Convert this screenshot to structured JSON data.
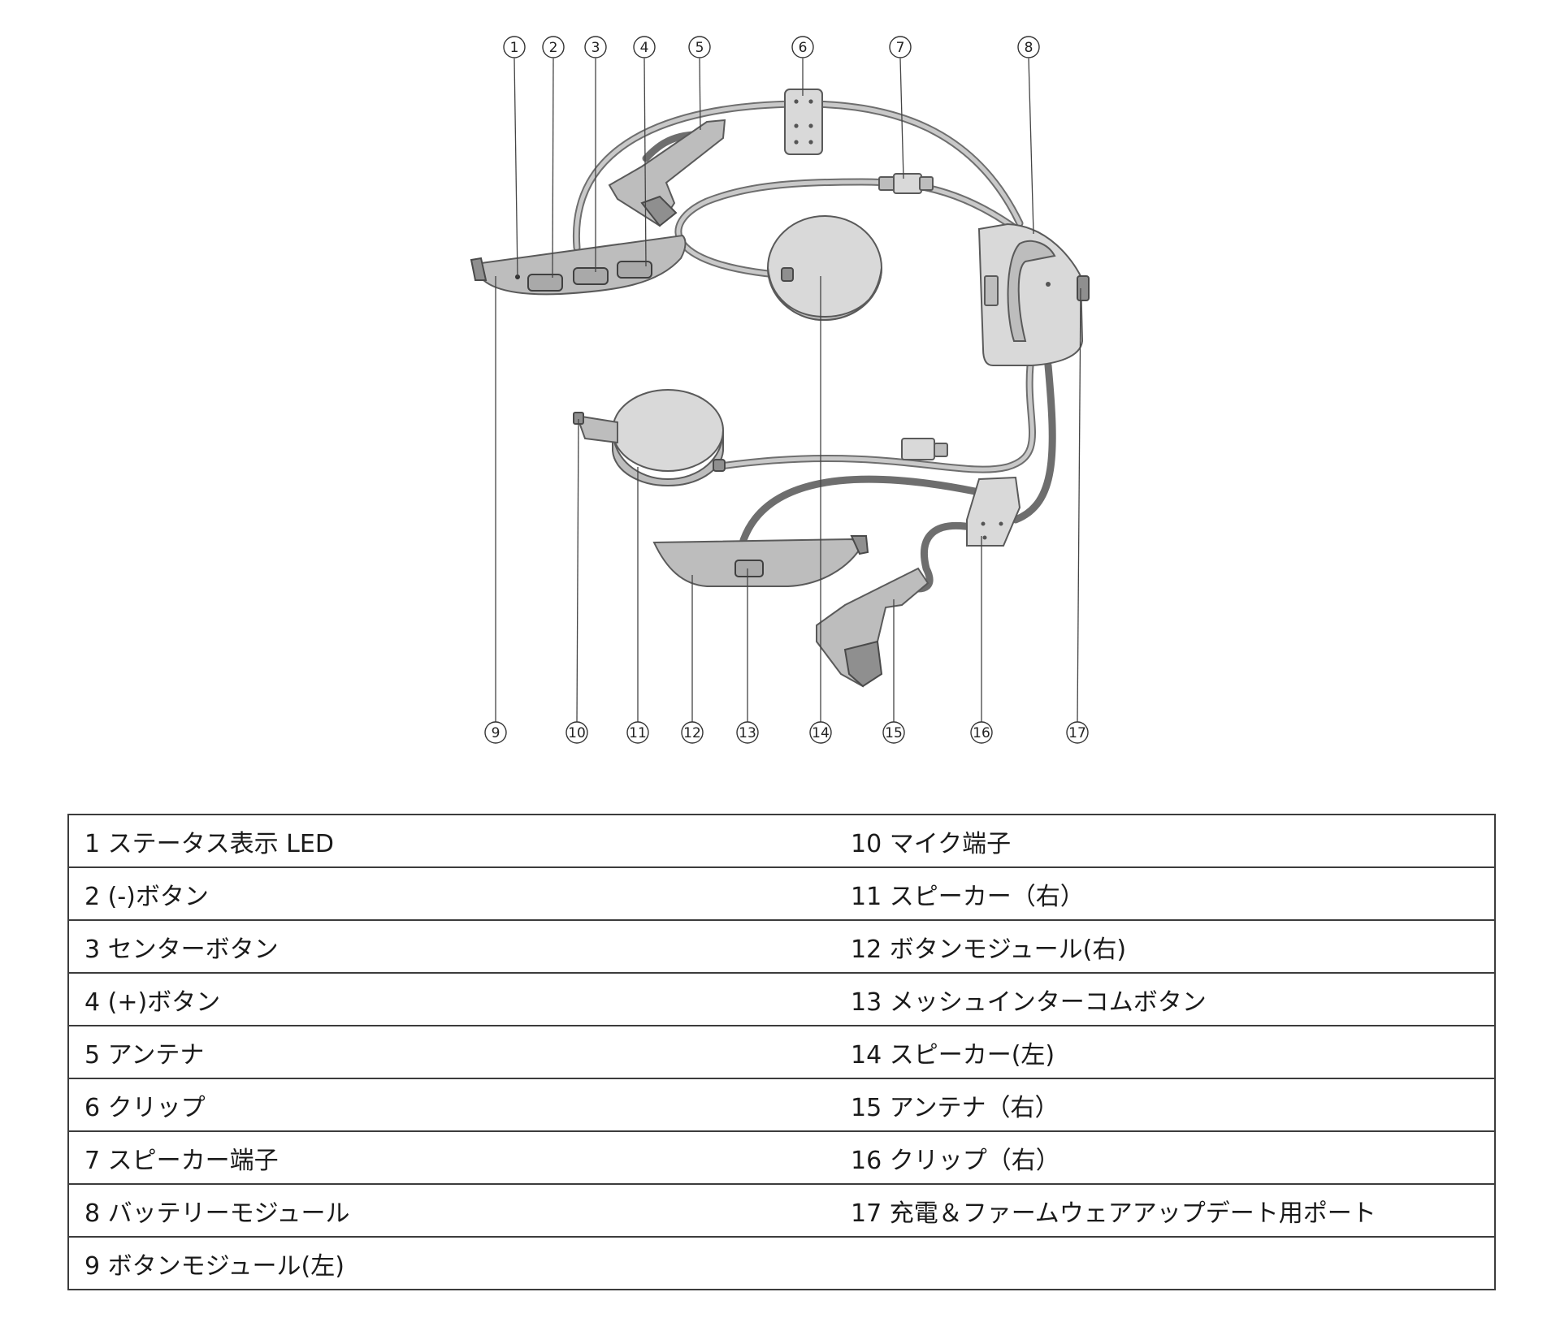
{
  "callouts": [
    "1",
    "2",
    "3",
    "4",
    "5",
    "6",
    "7",
    "8",
    "9",
    "10",
    "11",
    "12",
    "13",
    "14",
    "15",
    "16",
    "17"
  ],
  "legend": {
    "left": [
      "1 ステータス表示 LED",
      "2 (-)ボタン",
      "3 センターボタン",
      "4 (+)ボタン",
      "5 アンテナ",
      "6 クリップ",
      "7 スピーカー端子",
      "8 バッテリーモジュール",
      "9 ボタンモジュール(左)"
    ],
    "right": [
      "10 マイク端子",
      "11 スピーカー（右）",
      "12 ボタンモジュール(右)",
      "13 メッシュインターコムボタン",
      "14 スピーカー(左)",
      "15 アンテナ（右）",
      "16 クリップ（右）",
      "17 充電＆ファームウェアアップデート用ポート",
      ""
    ]
  }
}
